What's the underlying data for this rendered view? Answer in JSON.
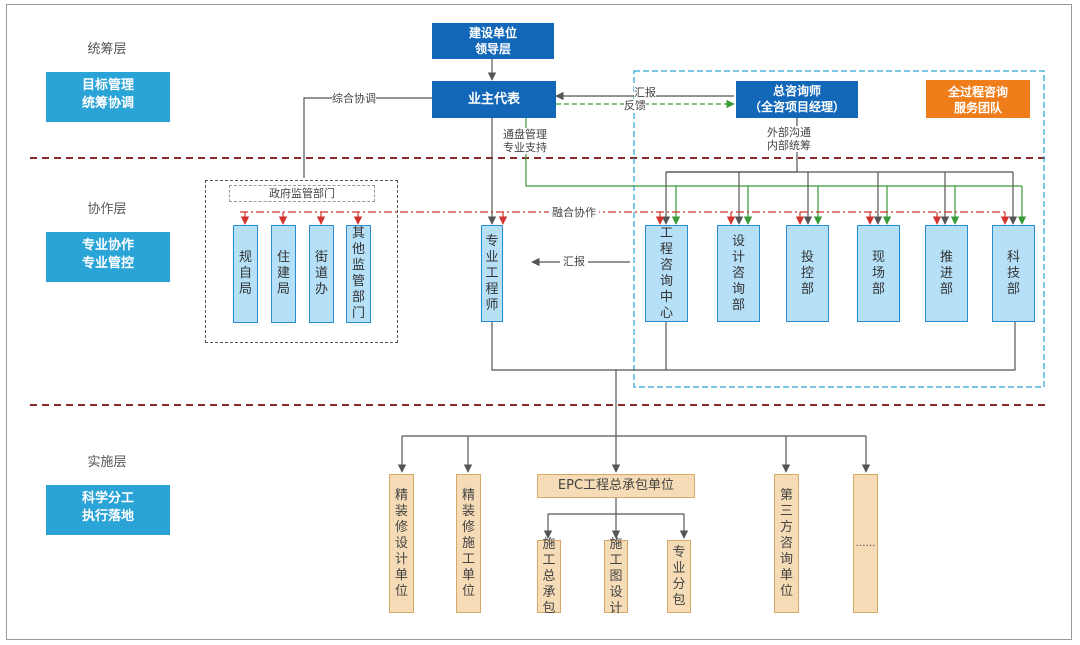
{
  "layers": [
    {
      "name": "统筹层",
      "badge": "目标管理\n统筹协调"
    },
    {
      "name": "协作层",
      "badge": "专业协作\n专业管控"
    },
    {
      "name": "实施层",
      "badge": "科学分工\n执行落地"
    }
  ],
  "top": {
    "builder_leader": "建设单位\n领导层",
    "owner_rep": "业主代表",
    "chief_consultant": "总咨询师\n（全咨项目经理）",
    "service_team": "全过程咨询\n服务团队"
  },
  "labels": {
    "coordination": "综合协调",
    "report_top": "汇报",
    "feedback": "反馈",
    "overall_mgmt": "通盘管理\n专业支持",
    "comm": "外部沟通\n内部统筹",
    "fusion": "融合协作",
    "report_mid": "汇报"
  },
  "gov": {
    "title": "政府监管部门",
    "depts": [
      "规自局",
      "住建局",
      "街道办",
      "其他监管部门"
    ]
  },
  "engineer": "专业工程师",
  "consult_depts": [
    "工程咨询中心",
    "设计咨询部",
    "投控部",
    "现场部",
    "推进部",
    "科技部"
  ],
  "impl": {
    "units": [
      "精装修设计单位",
      "精装修施工单位",
      "第三方咨询单位",
      "……"
    ],
    "epc": "EPC工程总承包单位",
    "epc_sub": [
      "施工总承包",
      "施工图设计",
      "专业分包"
    ]
  },
  "colors": {
    "dark_blue": "#1267b8",
    "light_blue_fill": "#b6e0f7",
    "layer_blue": "#2aa3d6",
    "orange": "#ef7d1a",
    "tan": "#f5dcb6",
    "red_arrow": "#d0342c",
    "green_arrow": "#3a9a3a",
    "separator": "#8b2a2a"
  }
}
